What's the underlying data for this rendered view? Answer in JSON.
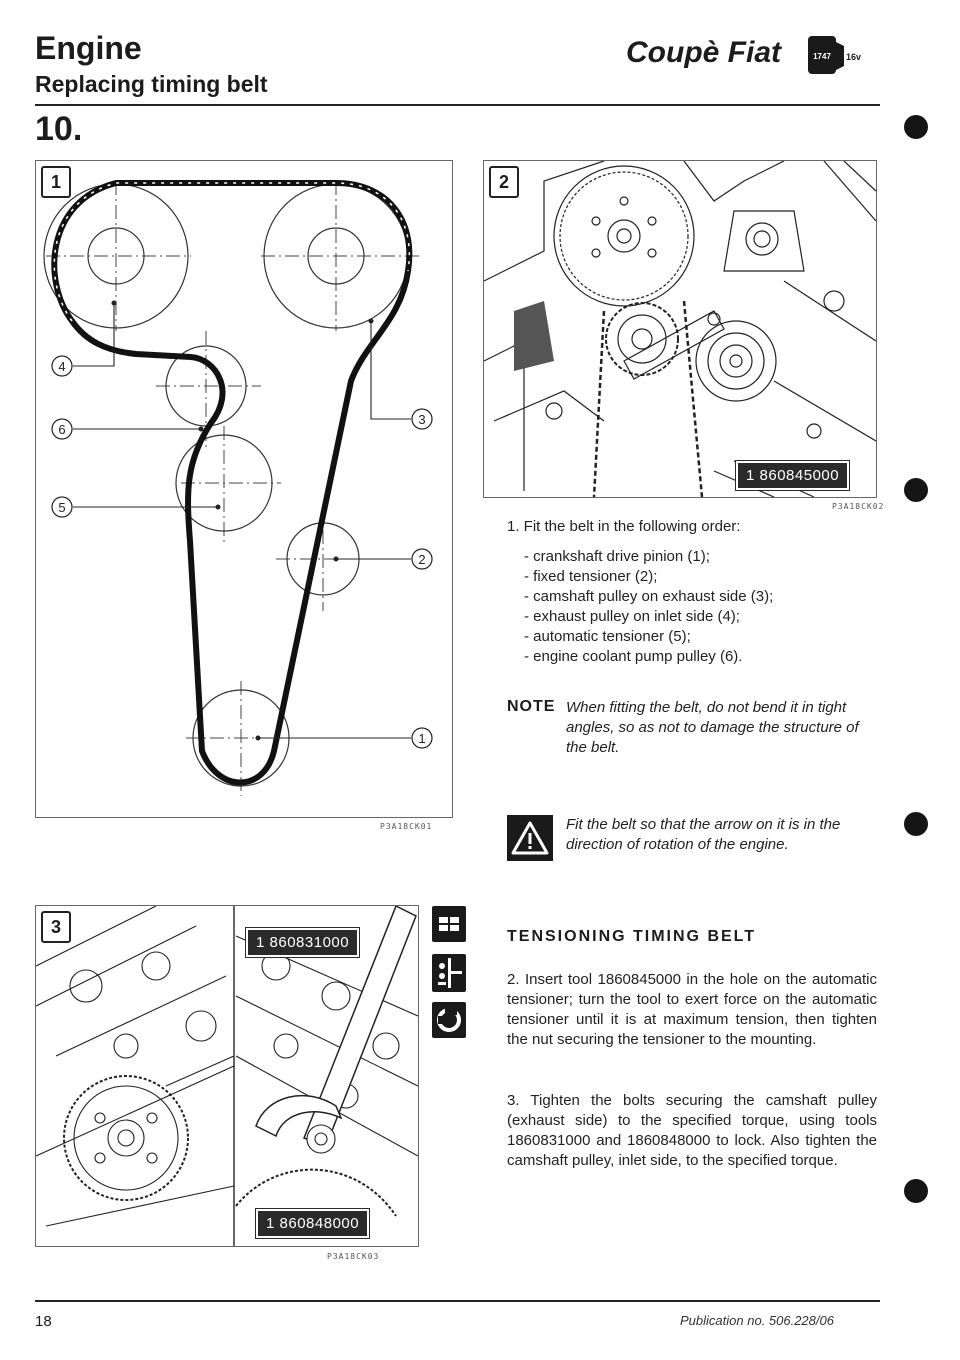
{
  "header": {
    "section": "Engine",
    "topic": "Replacing timing belt",
    "model": "Coupè Fiat",
    "badge_number": "1747",
    "badge_suffix": "16v",
    "step": "10."
  },
  "figures": {
    "fig1": {
      "number": "1",
      "code": "P3A18CK01",
      "callouts": [
        "1",
        "2",
        "3",
        "4",
        "5",
        "6"
      ]
    },
    "fig2": {
      "number": "2",
      "code": "P3A18CK02",
      "tool": "1 860845000"
    },
    "fig3": {
      "number": "3",
      "code": "P3A18CK03",
      "tool_top": "1 860831000",
      "tool_bottom": "1 860848000"
    }
  },
  "instructions": {
    "step1_intro": "1. Fit the belt in the following order:",
    "order": [
      "- crankshaft drive pinion (1);",
      "- fixed tensioner (2);",
      "- camshaft pulley on exhaust side (3);",
      "- exhaust pulley on inlet side (4);",
      "- automatic tensioner (5);",
      "- engine coolant pump pulley (6)."
    ],
    "note_label": "NOTE",
    "note_text": "When fitting the belt, do not bend it in tight angles, so as not to damage the structure of the belt.",
    "warning_text": "Fit the belt so that the arrow on it is in the direction of rotation of the engine.",
    "tensioning_title": "TENSIONING TIMING BELT",
    "step2": "2. Insert tool 1860845000 in the hole on the automatic tensioner; turn the tool to exert force on the automatic tensioner until it is at maximum tension, then tighten the nut securing the tensioner to the mounting.",
    "step3": "3. Tighten the bolts securing the camshaft pulley (exhaust side) to the specified torque, using tools 1860831000 and 1860848000 to lock. Also tighten the camshaft pulley, inlet side, to the specified torque."
  },
  "icons": [
    "spanner-chart-icon",
    "torque-setting-icon",
    "socket-icon",
    "warning-icon"
  ],
  "footer": {
    "page_number": "18",
    "publication": "Publication no. 506.228/06"
  }
}
